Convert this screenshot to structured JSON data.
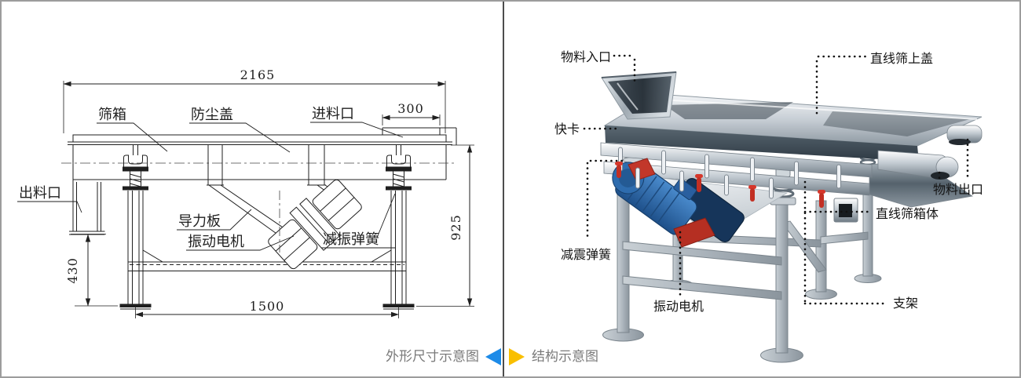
{
  "dimension_view": {
    "dimensions": {
      "overall_length": "2165",
      "inlet_length": "300",
      "total_height": "925",
      "outlet_height": "430",
      "leg_span": "1500"
    },
    "part_labels": {
      "screen_box": "筛箱",
      "dust_cover": "防尘盖",
      "feed_inlet": "进料口",
      "discharge_outlet": "出料口",
      "force_guide_plate": "导力板",
      "vibration_motor": "振动电机",
      "damping_spring": "减振弹簧"
    }
  },
  "structure_view": {
    "part_labels": {
      "material_inlet": "物料入口",
      "top_cover": "直线筛上盖",
      "quick_clamp": "快卡",
      "material_outlet": "物料出口",
      "screen_body": "直线筛箱体",
      "damping_spring": "减震弹簧",
      "vibration_motor": "振动电机",
      "support_frame": "支架"
    }
  },
  "footer": {
    "left_caption": "外形尺寸示意图",
    "right_caption": "结构示意图",
    "left_arrow_color": "#1d8be8",
    "right_arrow_color": "#f9bf00"
  },
  "colors": {
    "motor_blue": "#2f6fb4",
    "handle_red": "#d6372b",
    "frame_gray": "#aab3bb",
    "caption_gray": "#7a7a7a",
    "drawing_line": "#1f1f1f",
    "divider": "#4c4c4c",
    "page_border": "#9c9c9c"
  }
}
